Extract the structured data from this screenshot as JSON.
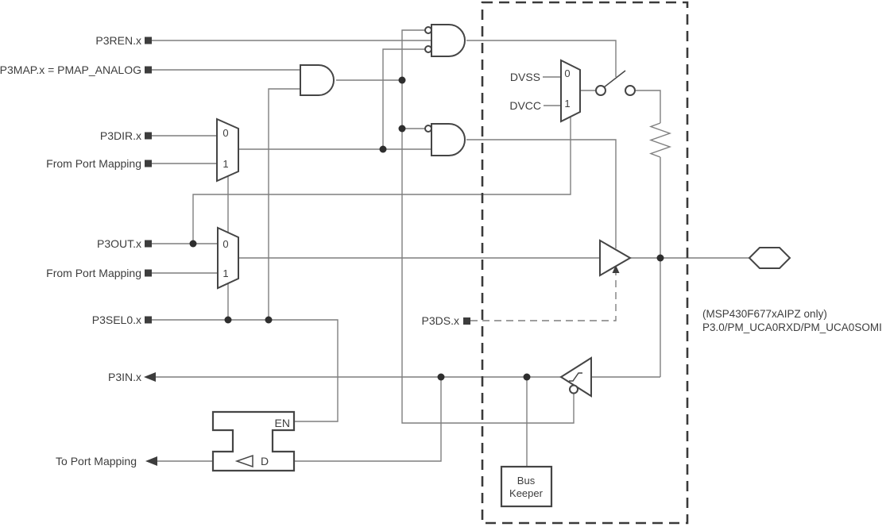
{
  "figure": {
    "kind": "port-pin-logic-schematic",
    "device_note": "(MSP430F677xAIPZ only)"
  },
  "colors": {
    "wire": "#7f7f7f",
    "component": "#454545",
    "text": "#3d3d3d",
    "background": "#ffffff"
  },
  "labels": {
    "p3ren": "P3REN.x",
    "p3map": "P3MAP.x = PMAP_ANALOG",
    "p3dir": "P3DIR.x",
    "from_port_mapping_dir": "From Port Mapping",
    "p3out": "P3OUT.x",
    "from_port_mapping_out": "From Port Mapping",
    "p3sel0": "P3SEL0.x",
    "p3in": "P3IN.x",
    "to_port_mapping": "To Port Mapping",
    "p3ds": "P3DS.x",
    "dvss": "DVSS",
    "dvcc": "DVCC",
    "mux_sel0": "0",
    "mux_sel1": "1",
    "latch_en": "EN",
    "latch_d": "D",
    "bus_keeper_line1": "Bus",
    "bus_keeper_line2": "Keeper",
    "note_line1": "(MSP430F677xAIPZ only)",
    "note_line2": "P3.0/PM_UCA0RXD/PM_UCA0SOMI"
  }
}
